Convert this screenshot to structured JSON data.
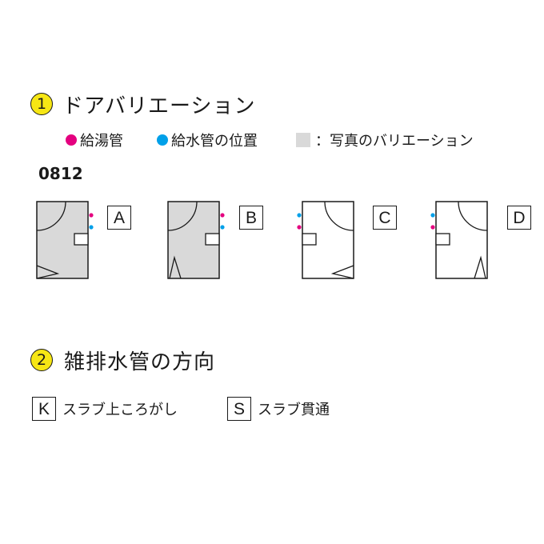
{
  "section1": {
    "number": "1",
    "title": "ドアバリエーション"
  },
  "legend": {
    "hot_water": "給湯管",
    "cold_water": "給水管の位置",
    "shade": "：写真のバリエーション"
  },
  "colors": {
    "hot": "#e4007f",
    "cold": "#00a0e9",
    "shade": "#d9d9d9",
    "badge": "#f6e614"
  },
  "model": "0812",
  "variants": [
    {
      "letter": "A",
      "shaded": true
    },
    {
      "letter": "B",
      "shaded": true
    },
    {
      "letter": "C",
      "shaded": false
    },
    {
      "letter": "D",
      "shaded": false
    }
  ],
  "section2": {
    "number": "2",
    "title": "雑排水管の方向"
  },
  "options": [
    {
      "letter": "K",
      "label": "スラブ上ころがし"
    },
    {
      "letter": "S",
      "label": "スラブ貫通"
    }
  ]
}
